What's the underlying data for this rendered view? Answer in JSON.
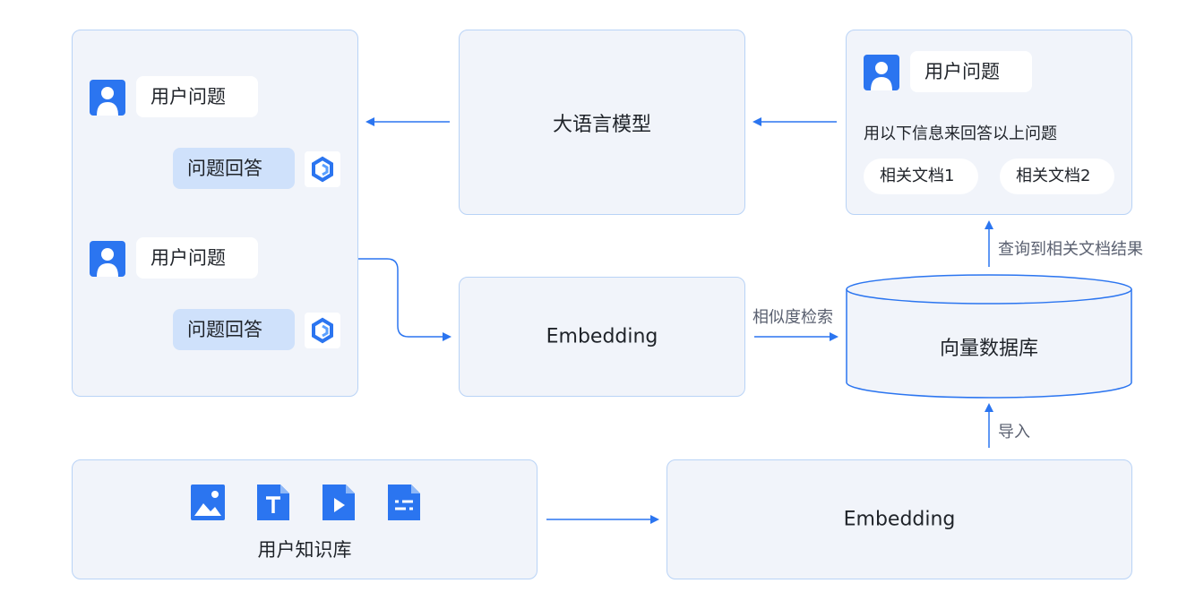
{
  "chat_panel": {
    "question1": "用户问题",
    "answer1": "问题回答",
    "question2": "用户问题",
    "answer2": "问题回答"
  },
  "llm_box": {
    "label": "大语言模型"
  },
  "prompt_panel": {
    "question": "用户问题",
    "instruction": "用以下信息来回答以上问题",
    "doc1": "相关文档1",
    "doc2": "相关文档2"
  },
  "embedding_mid": {
    "label": "Embedding"
  },
  "vector_db": {
    "label": "向量数据库"
  },
  "knowledge_base": {
    "label": "用户知识库",
    "icons": [
      "image-file-icon",
      "text-file-icon",
      "video-file-icon",
      "list-file-icon"
    ]
  },
  "embedding_bottom": {
    "label": "Embedding"
  },
  "edges": {
    "similarity_search": "相似度检索",
    "query_results": "查询到相关文档结果",
    "import": "导入"
  },
  "colors": {
    "accent": "#2b75f0",
    "panel_bg": "#f1f4fa",
    "panel_border": "#b9d3f6",
    "answer_bg": "#cfe1fb"
  }
}
